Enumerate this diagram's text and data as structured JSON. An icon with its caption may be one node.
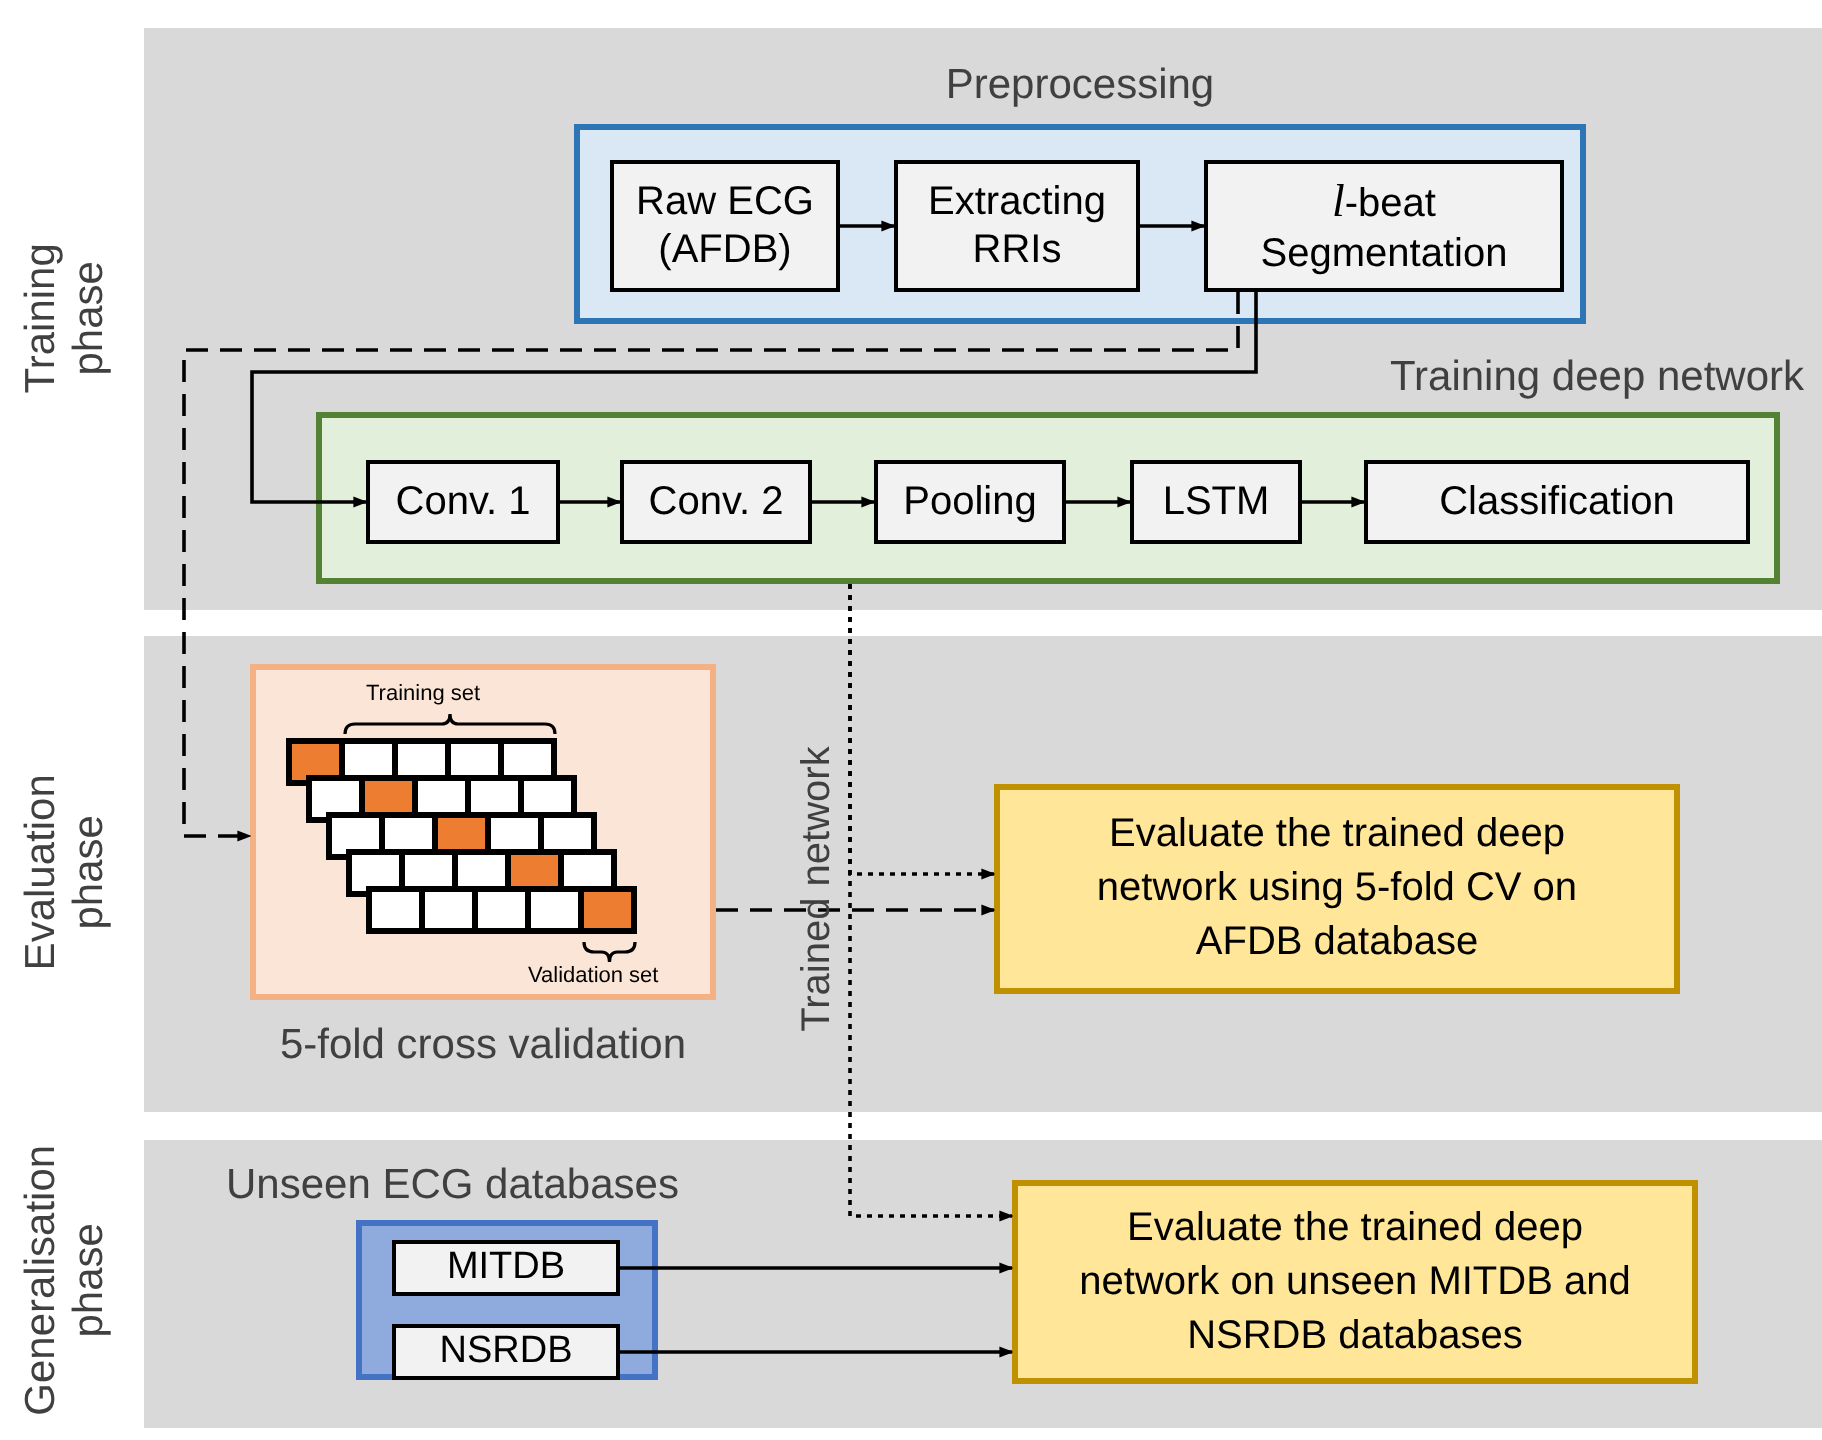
{
  "diagram": {
    "nodes": [
      {
        "text": [
          "Training phase"
        ]
      },
      {
        "text": [
          "Preprocessing"
        ],
        "in": 0
      },
      {
        "text": [
          "Raw ECG (AFDB)"
        ],
        "in": 1
      },
      {
        "text": [
          "Extracting RRIs"
        ],
        "in": 1
      },
      {
        "text": [
          "*l*-beat Segmentation"
        ],
        "in": 1
      },
      {
        "text": [
          "Training deep network"
        ],
        "in": 0
      },
      {
        "text": [
          "Conv. 1"
        ],
        "in": 5
      },
      {
        "text": [
          "Conv. 2"
        ],
        "in": 5
      },
      {
        "text": [
          "Pooling"
        ],
        "in": 5
      },
      {
        "text": [
          "LSTM"
        ],
        "in": 5
      },
      {
        "text": [
          "Classification"
        ],
        "in": 5
      },
      {
        "text": [
          "Evaluation phase"
        ]
      },
      {
        "text": [
          "5-fold cross validation"
        ],
        "in": 11
      },
      {
        "text": [
          "Evaluate the trained deep network using 5-fold CV on AFDB database"
        ],
        "in": 11
      },
      {
        "text": [
          "Generalisation phase"
        ]
      },
      {
        "text": [
          "Unseen ECG databases"
        ],
        "in": 14
      },
      {
        "text": [
          "MITDB"
        ],
        "in": 15
      },
      {
        "text": [
          "NSRDB"
        ],
        "in": 15
      },
      {
        "text": [
          "Evaluate the trained deep network on unseen MITDB and NSRDB databases"
        ],
        "in": 14
      }
    ],
    "edges": [
      {
        "from": 2,
        "to": 3,
        "arrow": "to"
      },
      {
        "from": 3,
        "to": 4,
        "arrow": "to"
      },
      {
        "from": 4,
        "to": 6,
        "arrow": "to"
      },
      {
        "from": 4,
        "to": 12,
        "arrow": "to",
        "style": "dashed"
      },
      {
        "from": 6,
        "to": 7,
        "arrow": "to"
      },
      {
        "from": 7,
        "to": 8,
        "arrow": "to"
      },
      {
        "from": 8,
        "to": 9,
        "arrow": "to"
      },
      {
        "from": 9,
        "to": 10,
        "arrow": "to"
      },
      {
        "from": 5,
        "to": 13,
        "arrow": "to",
        "style": "dashed"
      },
      {
        "from": 5,
        "to": 18,
        "arrow": "to",
        "style": "dashed"
      },
      {
        "from": 12,
        "to": 13,
        "arrow": "to",
        "style": "dashed"
      },
      {
        "from": 16,
        "to": 18,
        "arrow": "to"
      },
      {
        "from": 17,
        "to": 18,
        "arrow": "to"
      }
    ],
    "labels": [
      "Training set",
      "Validation set",
      "Trained network"
    ]
  }
}
